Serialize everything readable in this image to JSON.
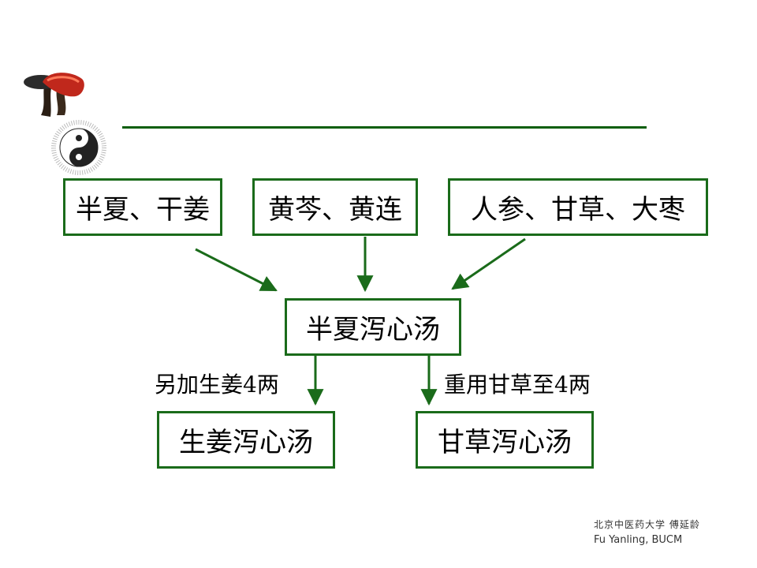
{
  "top_boxes": [
    "半夏、干姜",
    "黄芩、黄连",
    "人参、甘草、大枣"
  ],
  "center_box": "半夏泻心汤",
  "left_branch": {
    "label": "另加生姜4两",
    "result": "生姜泻心汤"
  },
  "right_branch": {
    "label": "重用甘草至4两",
    "result": "甘草泻心汤"
  },
  "footer": {
    "line1": "北京中医药大学  傅延龄",
    "line2": "Fu Yanling, BUCM"
  },
  "colors": {
    "box_border": "#1a6b1a",
    "arrow": "#1a6b1a",
    "rule": "#0b5e0b"
  },
  "decor": {
    "mushroom": "lingzhi-mushroom-icon",
    "taiji": "taiji-chart-icon"
  }
}
